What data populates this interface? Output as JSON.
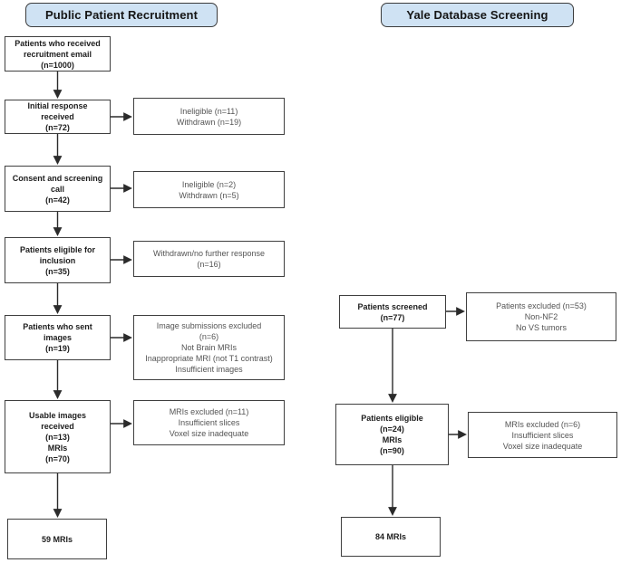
{
  "colors": {
    "title_bg": "#cfe2f3",
    "title_border": "#3c3c3c",
    "box_border": "#3f3f3f",
    "box_bg": "#ffffff",
    "main_text": "#1d1d1d",
    "side_text": "#545454",
    "arrow": "#2b2b2b"
  },
  "left": {
    "title": "Public Patient Recruitment",
    "main_boxes": [
      {
        "text": "Patients who received\nrecruitment email\n(n=1000)"
      },
      {
        "text": "Initial response\nreceived\n(n=72)"
      },
      {
        "text": "Consent and screening\ncall\n(n=42)"
      },
      {
        "text": "Patients eligible for\ninclusion\n(n=35)"
      },
      {
        "text": "Patients who sent\nimages\n(n=19)"
      },
      {
        "text": "Usable images\nreceived\n(n=13)\nMRIs\n(n=70)"
      },
      {
        "text": "59 MRIs"
      }
    ],
    "side_boxes": [
      {
        "text": "Ineligible (n=11)\nWithdrawn (n=19)"
      },
      {
        "text": "Ineligible (n=2)\nWithdrawn (n=5)"
      },
      {
        "text": "Withdrawn/no further response\n(n=16)"
      },
      {
        "text": "Image submissions excluded\n(n=6)\nNot Brain MRIs\nInappropriate MRI (not T1 contrast)\nInsufficient images"
      },
      {
        "text": "MRIs excluded (n=11)\nInsufficient slices\nVoxel size inadequate"
      }
    ]
  },
  "right": {
    "title": "Yale Database Screening",
    "main_boxes": [
      {
        "text": "Patients screened\n(n=77)"
      },
      {
        "text": "Patients eligible\n(n=24)\nMRIs\n(n=90)"
      },
      {
        "text": "84 MRIs"
      }
    ],
    "side_boxes": [
      {
        "text": "Patients excluded (n=53)\nNon-NF2\nNo VS tumors"
      },
      {
        "text": "MRIs excluded (n=6)\nInsufficient slices\nVoxel size inadequate"
      }
    ]
  }
}
